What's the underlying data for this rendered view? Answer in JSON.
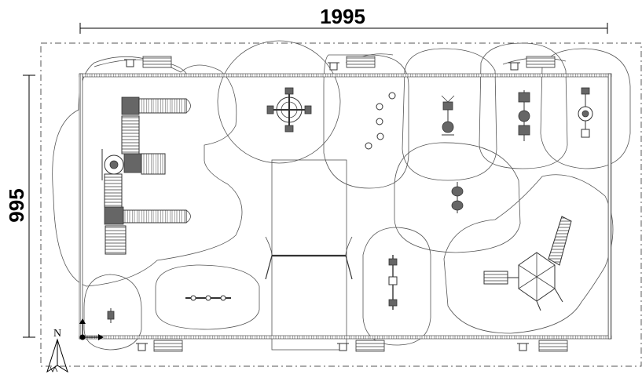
{
  "dimensions": {
    "width_label": "1995",
    "height_label": "995"
  },
  "north": {
    "label": "N"
  }
}
